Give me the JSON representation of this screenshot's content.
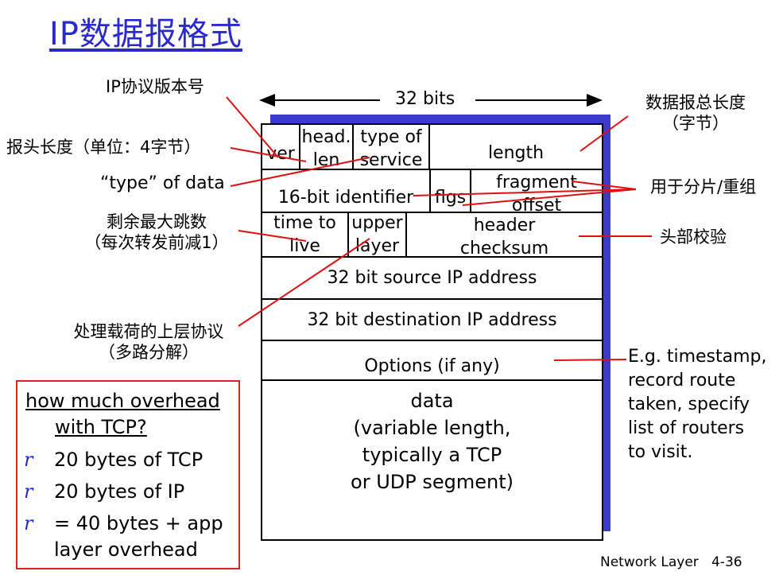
{
  "title": "IP数据报格式",
  "bits_label": "32 bits",
  "fields": {
    "ver": "ver",
    "head_len": [
      "head.",
      "len"
    ],
    "type_of_service": [
      "type of",
      "service"
    ],
    "length": "length",
    "identifier": "16-bit identifier",
    "flgs": "flgs",
    "fragment_offset": [
      "fragment",
      "offset"
    ],
    "ttl": [
      "time to",
      "live"
    ],
    "upper_layer": [
      "upper",
      "layer"
    ],
    "header_checksum": [
      "header",
      "checksum"
    ],
    "source": "32 bit source IP address",
    "destination": "32 bit destination IP address",
    "options": "Options (if any)",
    "data": [
      "data",
      "(variable length,",
      "typically a TCP",
      "or UDP segment)"
    ]
  },
  "annotations": {
    "version": "IP协议版本号",
    "header_length": "报头长度（单位：4字节）",
    "type_of_data": "“type” of data",
    "ttl": [
      "剩余最大跳数",
      "（每次转发前减1）"
    ],
    "upper_layer": [
      "处理载荷的上层协议",
      "（多路分解）"
    ],
    "total_length": [
      "数据报总长度",
      "（字节）"
    ],
    "fragment": "用于分片/重组",
    "checksum": "头部校验",
    "options_example": [
      "E.g. timestamp,",
      "record route",
      "taken, specify",
      "list of routers",
      "to visit."
    ]
  },
  "overhead": {
    "heading": [
      "how much overhead",
      "with TCP?"
    ],
    "bullet_glyph": "r",
    "items": [
      [
        "20 bytes of TCP"
      ],
      [
        "20 bytes of IP"
      ],
      [
        "= 40 bytes + app",
        "layer overhead"
      ]
    ]
  },
  "footer": "Network Layer   4-36",
  "colors": {
    "title": "#2a2acc",
    "shadow": "#3a3acc",
    "pointer": "#dd1111",
    "bullet": "#2a2acc"
  }
}
